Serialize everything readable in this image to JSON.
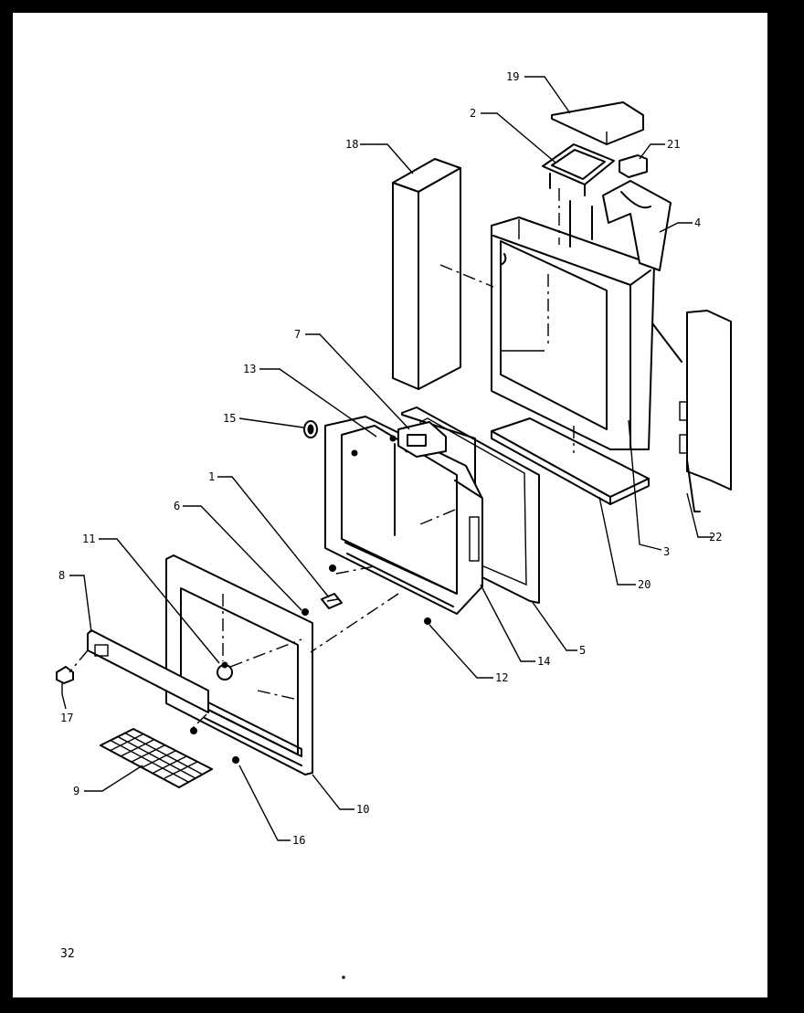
{
  "diagram": {
    "callouts": [
      "19",
      "2",
      "21",
      "18",
      "4",
      "7",
      "13",
      "15",
      "1",
      "6",
      "11",
      "8",
      "3",
      "22",
      "20",
      "5",
      "14",
      "12",
      "17",
      "9",
      "10",
      "16"
    ],
    "page_number": "32"
  }
}
